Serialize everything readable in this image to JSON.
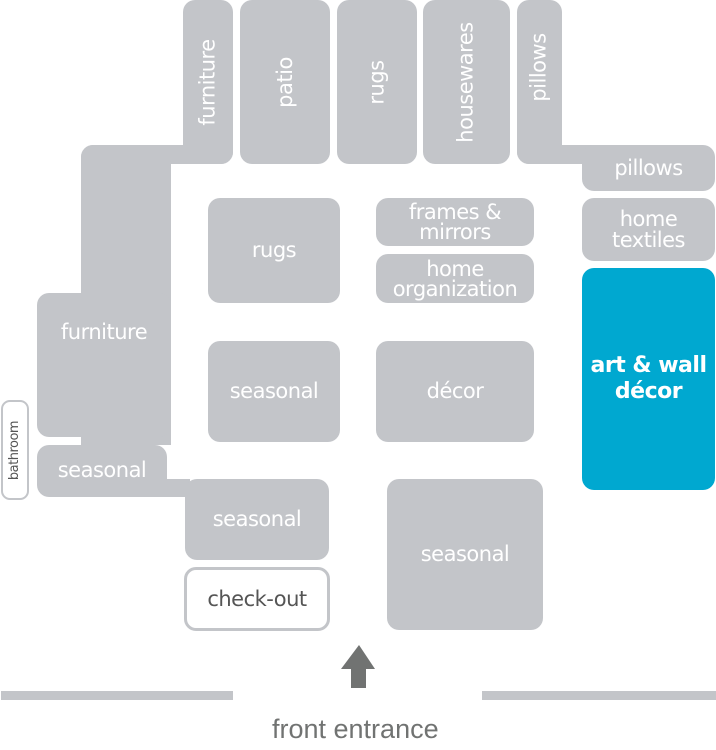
{
  "map": {
    "title": "store floor plan",
    "highlight_color": "#00a8d0",
    "section_color": "#c3c5c9",
    "sections": {
      "furniture_top": "furniture",
      "patio": "patio",
      "rugs_top": "rugs",
      "housewares": "housewares",
      "pillows_top": "pillows",
      "pillows_right": "pillows",
      "home_textiles": "home textiles",
      "art_wall_decor": "art & wall décor",
      "rugs_center": "rugs",
      "frames_mirrors": "frames & mirrors",
      "home_organization": "home organization",
      "seasonal_center": "seasonal",
      "decor": "décor",
      "furniture_left": "furniture",
      "seasonal_left": "seasonal",
      "seasonal_lower": "seasonal",
      "seasonal_bottom": "seasonal",
      "check_out": "check-out",
      "bathroom": "bathroom"
    },
    "highlighted_section": "art & wall décor",
    "entrance_label": "front entrance",
    "entrance_icon": "arrow-up-icon"
  }
}
